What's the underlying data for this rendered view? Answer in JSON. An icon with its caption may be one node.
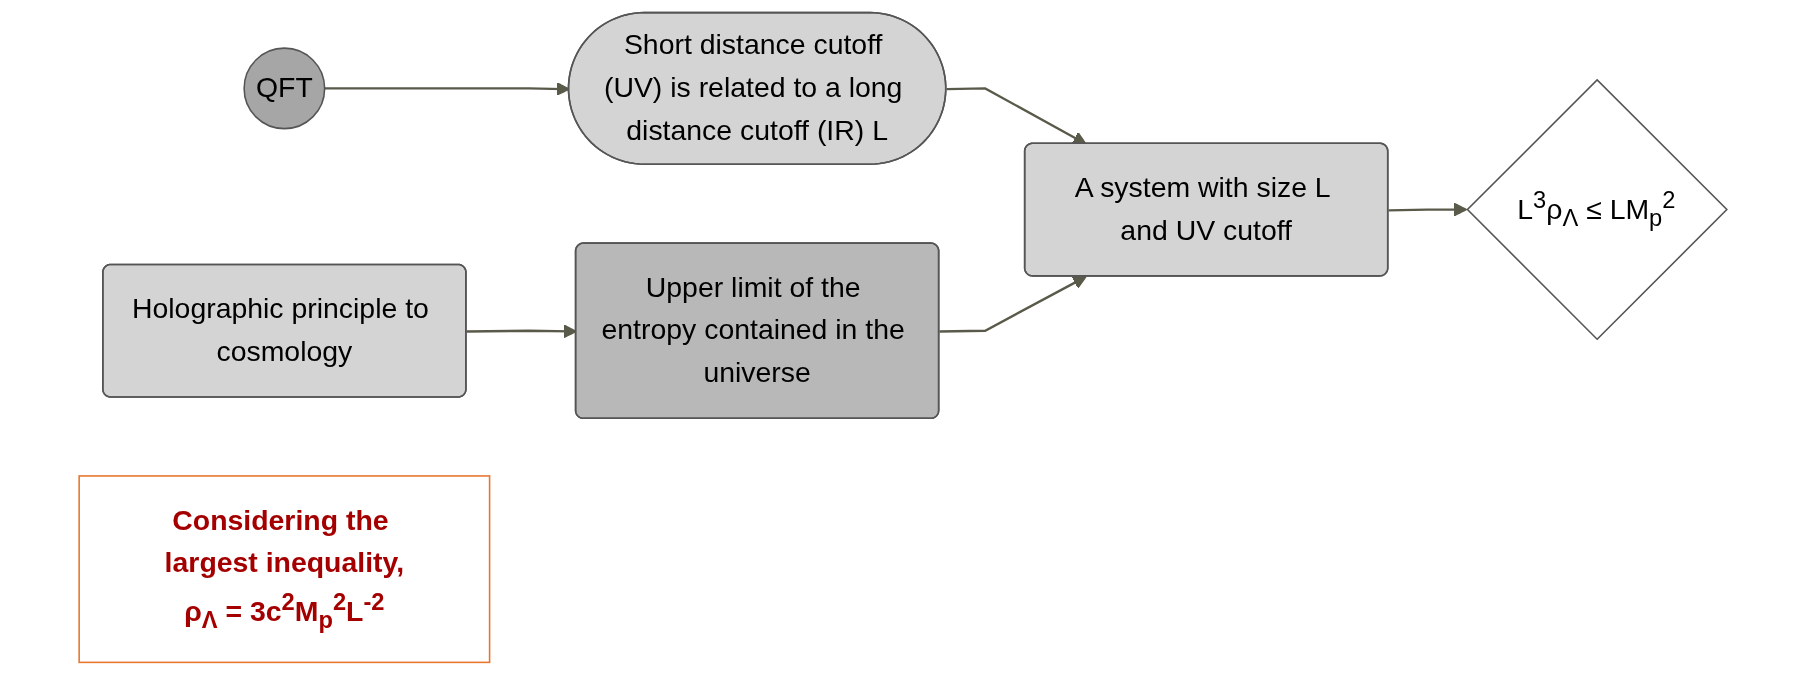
{
  "diagram": {
    "nodes": [
      {
        "text": [
          "QFT"
        ]
      },
      {
        "text": [
          "Short distance cutoff (UV) is related to a long distance cutoff (IR) L"
        ]
      },
      {
        "text": [
          "Holographic principle to cosmology"
        ]
      },
      {
        "text": [
          "Upper limit of the entropy contained in the universe"
        ]
      },
      {
        "text": [
          "A system with size L and UV cutoff"
        ]
      },
      {
        "text": [
          "L$^{3}$ρ$_{Λ}$ ≤ LM$_{p}$$^{2}$"
        ]
      },
      {
        "text": [
          "Considering the largest inequality,",
          "ρ$_{Λ}$ = 3c$^{2}$M$_{p}$$^{2}$L$^{-2}$"
        ]
      }
    ],
    "edges": [
      {
        "from": 0,
        "to": 1,
        "arrow": "to"
      },
      {
        "from": 2,
        "to": 3,
        "arrow": "to"
      },
      {
        "from": 1,
        "to": 4,
        "arrow": "to"
      },
      {
        "from": 3,
        "to": 4,
        "arrow": "to"
      },
      {
        "from": 4,
        "to": 5,
        "arrow": "to"
      }
    ]
  }
}
